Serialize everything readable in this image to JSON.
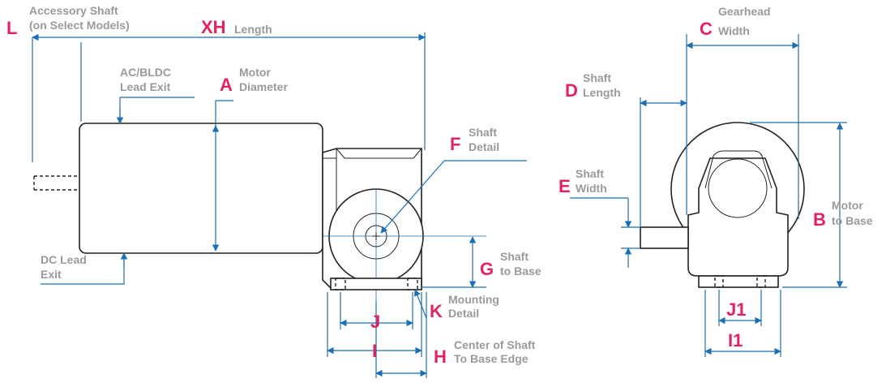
{
  "labels": {
    "L": {
      "letter": "L",
      "lines": [
        "Accessory Shaft",
        "(on Select Models)"
      ]
    },
    "XH": {
      "letter": "XH",
      "lines": [
        "Length"
      ]
    },
    "AC": {
      "letter": "",
      "lines": [
        "AC/BLDC",
        "Lead Exit"
      ]
    },
    "A": {
      "letter": "A",
      "lines": [
        "Motor",
        "Diameter"
      ]
    },
    "F": {
      "letter": "F",
      "lines": [
        "Shaft",
        "Detail"
      ]
    },
    "DC": {
      "letter": "",
      "lines": [
        "DC Lead",
        "Exit"
      ]
    },
    "G": {
      "letter": "G",
      "lines": [
        "Shaft",
        "to Base"
      ]
    },
    "K": {
      "letter": "K",
      "lines": [
        "Mounting",
        "Detail"
      ]
    },
    "J": {
      "letter": "J",
      "lines": []
    },
    "I": {
      "letter": "I",
      "lines": []
    },
    "H": {
      "letter": "H",
      "lines": [
        "Center of Shaft",
        "To Base Edge"
      ]
    },
    "C": {
      "letter": "C",
      "lines": [
        "Gearhead",
        "Width"
      ]
    },
    "D": {
      "letter": "D",
      "lines": [
        "Shaft",
        "Length"
      ]
    },
    "E": {
      "letter": "E",
      "lines": [
        "Shaft",
        "Width"
      ]
    },
    "B": {
      "letter": "B",
      "lines": [
        "Motor",
        "to Base"
      ]
    },
    "J1": {
      "letter": "J1",
      "lines": []
    },
    "I1": {
      "letter": "I1",
      "lines": []
    }
  },
  "colors": {
    "letter": "#e2245e",
    "caption": "#9a9a9a",
    "dimension": "#1a6fb5",
    "outline": "#222222"
  }
}
